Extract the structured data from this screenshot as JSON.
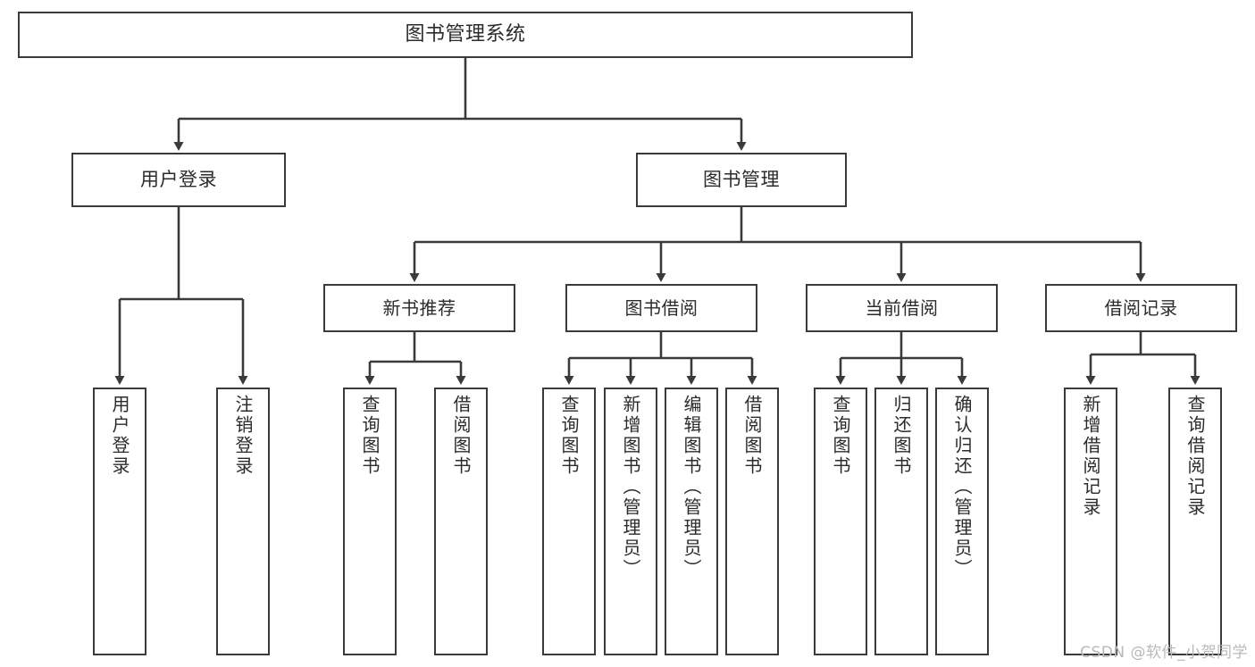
{
  "diagram": {
    "title": "图书管理系统",
    "type": "tree",
    "colors": {
      "background": "#ffffff",
      "box_border": "#3a3a3a",
      "box_fill": "#ffffff",
      "text": "#2b2b2b",
      "connector": "#3a3a3a",
      "watermark": "#b9b9b9"
    },
    "root": {
      "label": "图书管理系统"
    },
    "level1": [
      {
        "label": "用户登录"
      },
      {
        "label": "图书管理"
      }
    ],
    "level2": [
      {
        "label": "新书推荐"
      },
      {
        "label": "图书借阅"
      },
      {
        "label": "当前借阅"
      },
      {
        "label": "借阅记录"
      }
    ],
    "leaves": [
      {
        "label": "用户登录",
        "parent": "用户登录"
      },
      {
        "label": "注销登录",
        "parent": "用户登录"
      },
      {
        "label": "查询图书",
        "parent": "新书推荐"
      },
      {
        "label": "借阅图书",
        "parent": "新书推荐"
      },
      {
        "label": "查询图书",
        "parent": "图书借阅"
      },
      {
        "label": "新增图书（管理员）",
        "parent": "图书借阅"
      },
      {
        "label": "编辑图书（管理员）",
        "parent": "图书借阅"
      },
      {
        "label": "借阅图书",
        "parent": "图书借阅"
      },
      {
        "label": "查询图书",
        "parent": "当前借阅"
      },
      {
        "label": "归还图书",
        "parent": "当前借阅"
      },
      {
        "label": "确认归还（管理员）",
        "parent": "当前借阅"
      },
      {
        "label": "新增借阅记录",
        "parent": "借阅记录"
      },
      {
        "label": "查询借阅记录",
        "parent": "借阅记录"
      }
    ],
    "watermark": "CSDN @软件_小贺同学"
  }
}
